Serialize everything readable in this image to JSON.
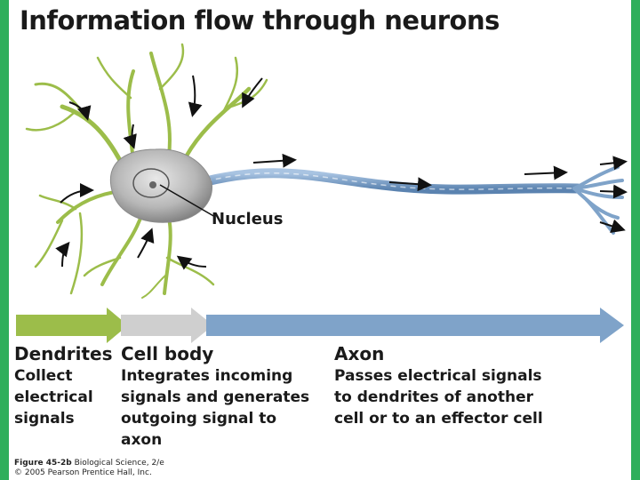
{
  "title": "Information flow through neurons",
  "labels": {
    "nucleus": "Nucleus"
  },
  "sections": {
    "dendrites": {
      "heading": "Dendrites",
      "lines": [
        "Collect",
        "electrical",
        "signals"
      ]
    },
    "cell_body": {
      "heading": "Cell body",
      "lines": [
        "Integrates incoming",
        "signals and generates",
        "outgoing signal to",
        "axon"
      ]
    },
    "axon": {
      "heading": "Axon",
      "lines": [
        "Passes electrical signals",
        "to dendrites of another",
        "cell or to an effector cell"
      ]
    }
  },
  "credit": {
    "figure": "Figure 45-2b",
    "source": "Biological Science, 2/e",
    "copyright": "© 2005 Pearson Prentice Hall, Inc."
  },
  "colors": {
    "background_border": "#2eaf5b",
    "dendrite_green": "#9cbd4a",
    "cell_body_gray": "#cfcfcf",
    "axon_blue": "#7fa3c9",
    "arrow_black": "#111111"
  }
}
